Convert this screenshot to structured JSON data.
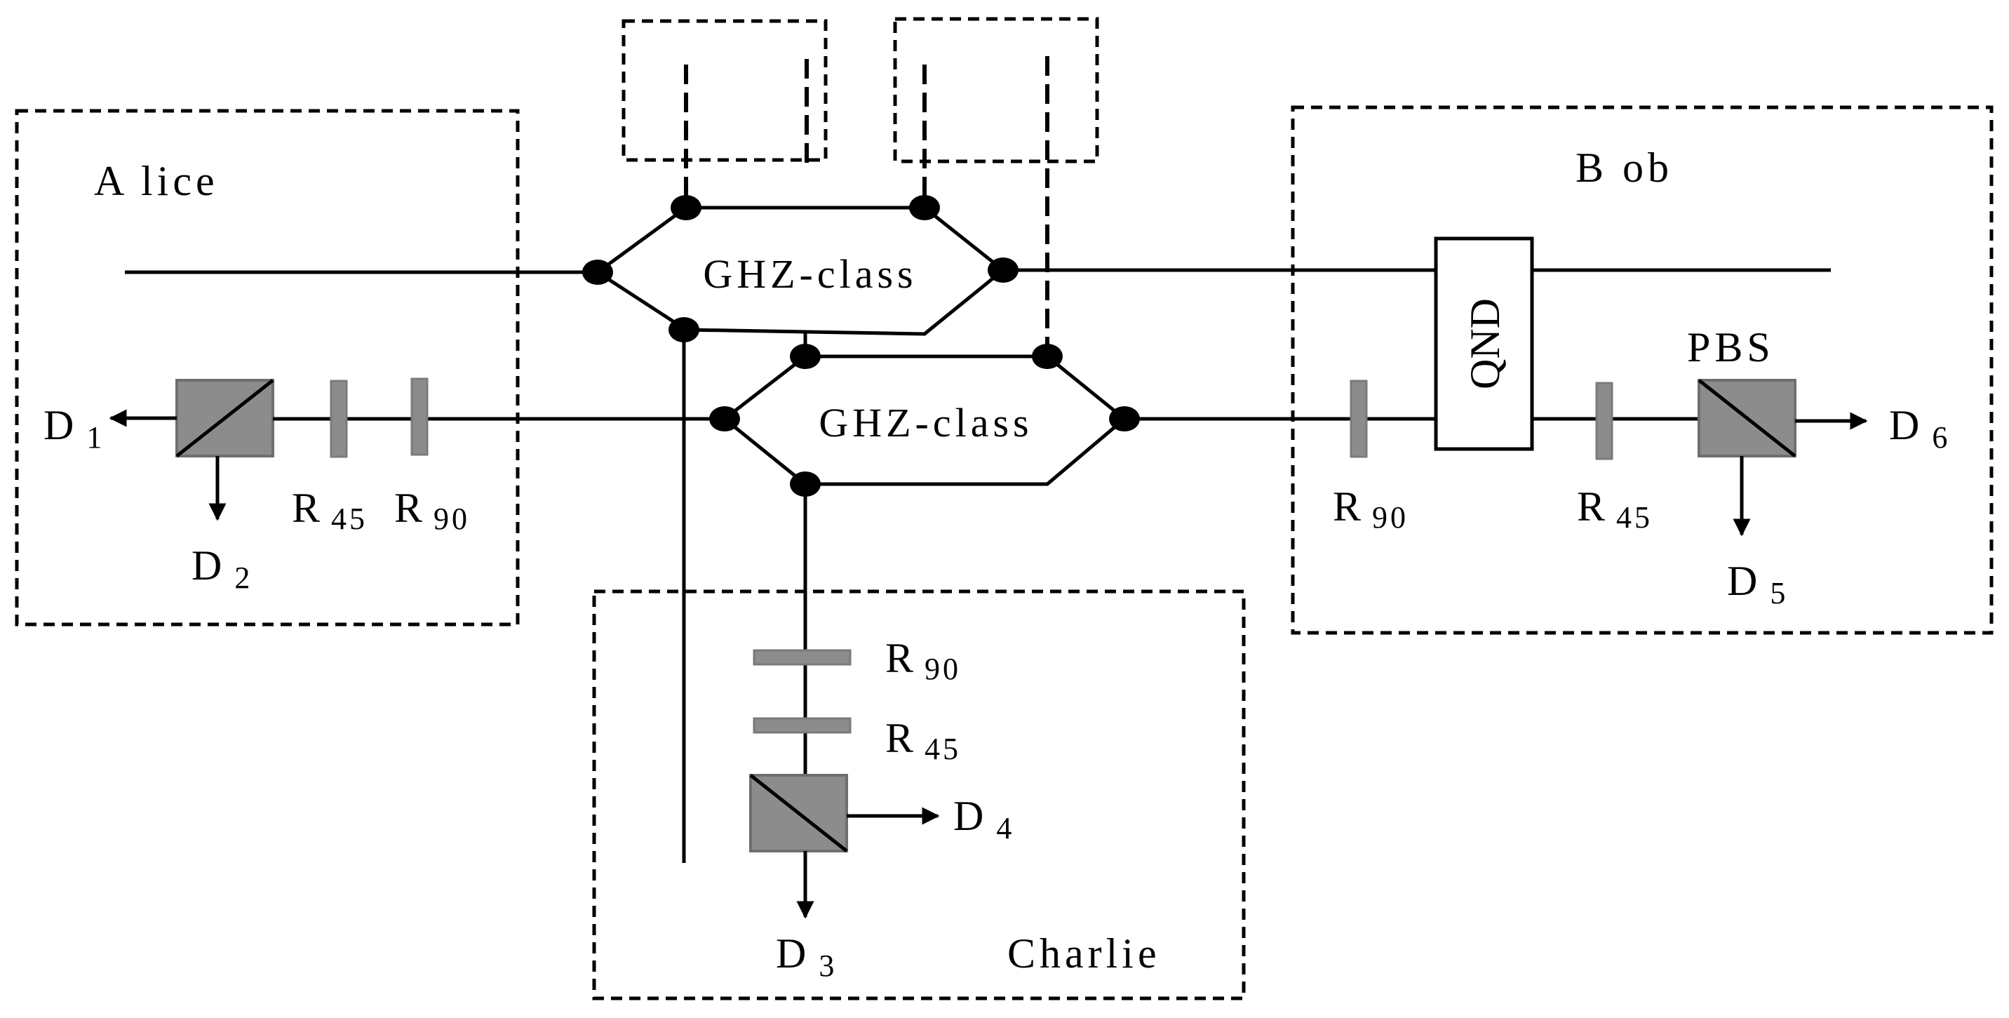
{
  "parties": {
    "alice": "A lice",
    "bob": "B ob",
    "charlie": "Charlie"
  },
  "sources": {
    "ghz_top": "GHZ-class",
    "ghz_bottom": "GHZ-class"
  },
  "components": {
    "qnd": "QND",
    "pbs": "PBS"
  },
  "detectors": {
    "d1": {
      "main": "D",
      "sub": "1"
    },
    "d2": {
      "main": "D",
      "sub": "2"
    },
    "d3": {
      "main": "D",
      "sub": "3"
    },
    "d4": {
      "main": "D",
      "sub": "4"
    },
    "d5": {
      "main": "D",
      "sub": "5"
    },
    "d6": {
      "main": "D",
      "sub": "6"
    }
  },
  "rotators": {
    "alice_r45": {
      "main": "R",
      "sub": "45"
    },
    "alice_r90": {
      "main": "R",
      "sub": "90"
    },
    "bob_r90": {
      "main": "R",
      "sub": "90"
    },
    "bob_r45": {
      "main": "R",
      "sub": "45"
    },
    "charlie_r90": {
      "main": "R",
      "sub": "90"
    },
    "charlie_r45": {
      "main": "R",
      "sub": "45"
    }
  },
  "colors": {
    "line": "#000000",
    "component_fill": "#8c8c8c",
    "component_stroke": "#6e6e6e",
    "background": "#ffffff"
  }
}
